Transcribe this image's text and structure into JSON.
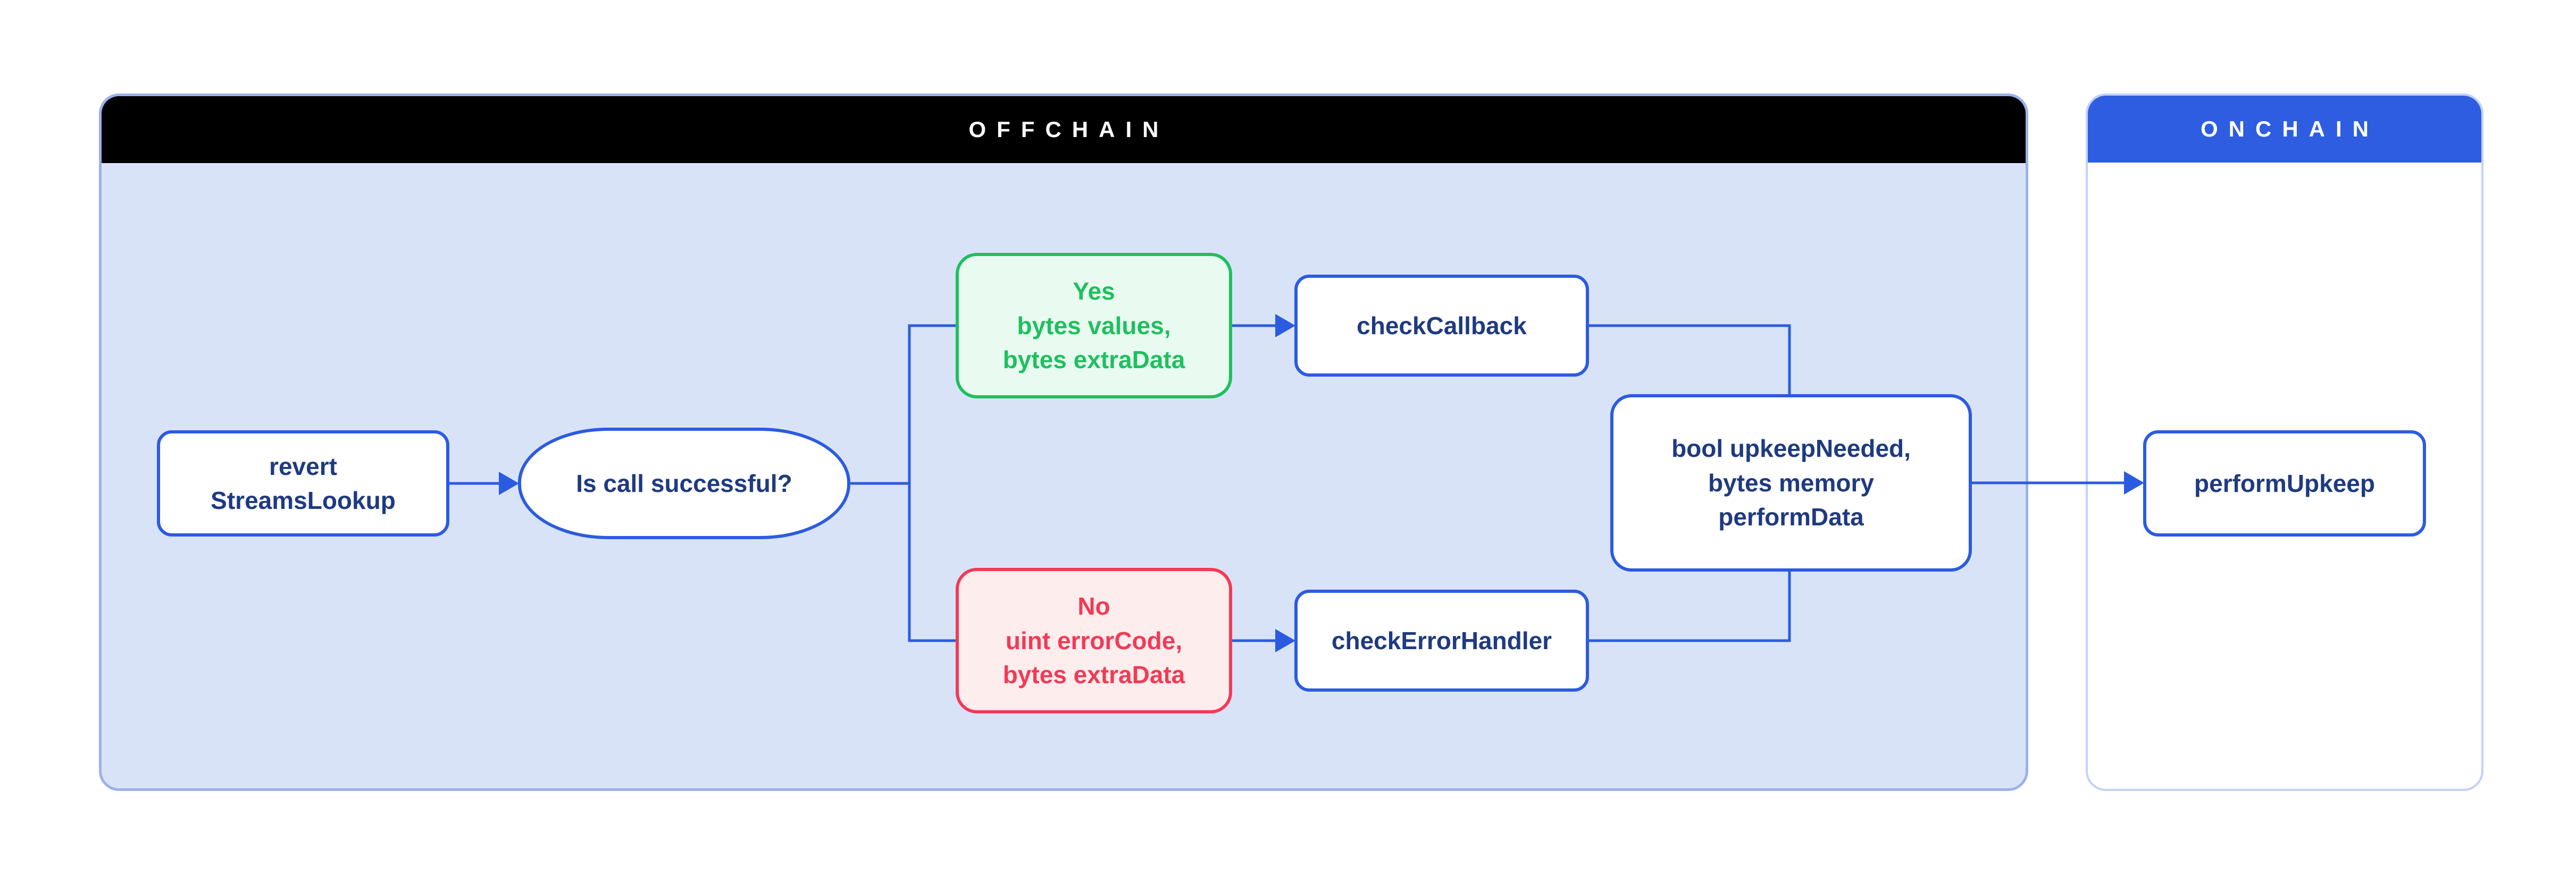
{
  "panels": {
    "offchain": {
      "title": "OFFCHAIN",
      "header_bg": "#000000",
      "header_text_color": "#ffffff",
      "body_bg": "#d9e3f8"
    },
    "onchain": {
      "title": "ONCHAIN",
      "header_bg": "#2e5de1",
      "header_text_color": "#ffffff",
      "body_bg": "#ffffff"
    }
  },
  "nodes": {
    "revert": {
      "label": "revert\nStreamsLookup",
      "shape": "rect",
      "panel": "offchain",
      "variant": "blue"
    },
    "decision": {
      "label": "Is call successful?",
      "shape": "stadium",
      "panel": "offchain",
      "variant": "blue"
    },
    "yes": {
      "label": "Yes\nbytes values,\nbytes extraData",
      "shape": "rect",
      "panel": "offchain",
      "variant": "green"
    },
    "no": {
      "label": "No\nuint errorCode,\nbytes extraData",
      "shape": "rect",
      "panel": "offchain",
      "variant": "red"
    },
    "check_callback": {
      "label": "checkCallback",
      "shape": "rect",
      "panel": "offchain",
      "variant": "blue"
    },
    "check_errorhandler": {
      "label": "checkErrorHandler",
      "shape": "rect",
      "panel": "offchain",
      "variant": "blue"
    },
    "upkeep_result": {
      "label": "bool upkeepNeeded,\nbytes memory\nperformData",
      "shape": "rect",
      "panel": "offchain",
      "variant": "blue"
    },
    "perform_upkeep": {
      "label": "performUpkeep",
      "shape": "rect",
      "panel": "onchain",
      "variant": "blue"
    }
  },
  "edges": [
    {
      "from": "revert",
      "to": "decision",
      "arrow": true
    },
    {
      "from": "decision",
      "to": "yes",
      "arrow": false
    },
    {
      "from": "decision",
      "to": "no",
      "arrow": false
    },
    {
      "from": "yes",
      "to": "check_callback",
      "arrow": true
    },
    {
      "from": "no",
      "to": "check_errorhandler",
      "arrow": true
    },
    {
      "from": "check_callback",
      "to": "upkeep_result",
      "arrow": false
    },
    {
      "from": "check_errorhandler",
      "to": "upkeep_result",
      "arrow": false
    },
    {
      "from": "upkeep_result",
      "to": "perform_upkeep",
      "arrow": true
    }
  ],
  "colors": {
    "accent_blue": "#2b5be0",
    "navy_text": "#1e3a80",
    "green": "#1ec05e",
    "green_bg": "#e9fbf1",
    "red": "#f23a56",
    "red_bg": "#fdeded",
    "offchain_body": "#d9e3f8",
    "offchain_header": "#000000",
    "onchain_header": "#2e5de1",
    "offchain_border": "#9cb1ec",
    "onchain_border": "#c5d1f6"
  }
}
